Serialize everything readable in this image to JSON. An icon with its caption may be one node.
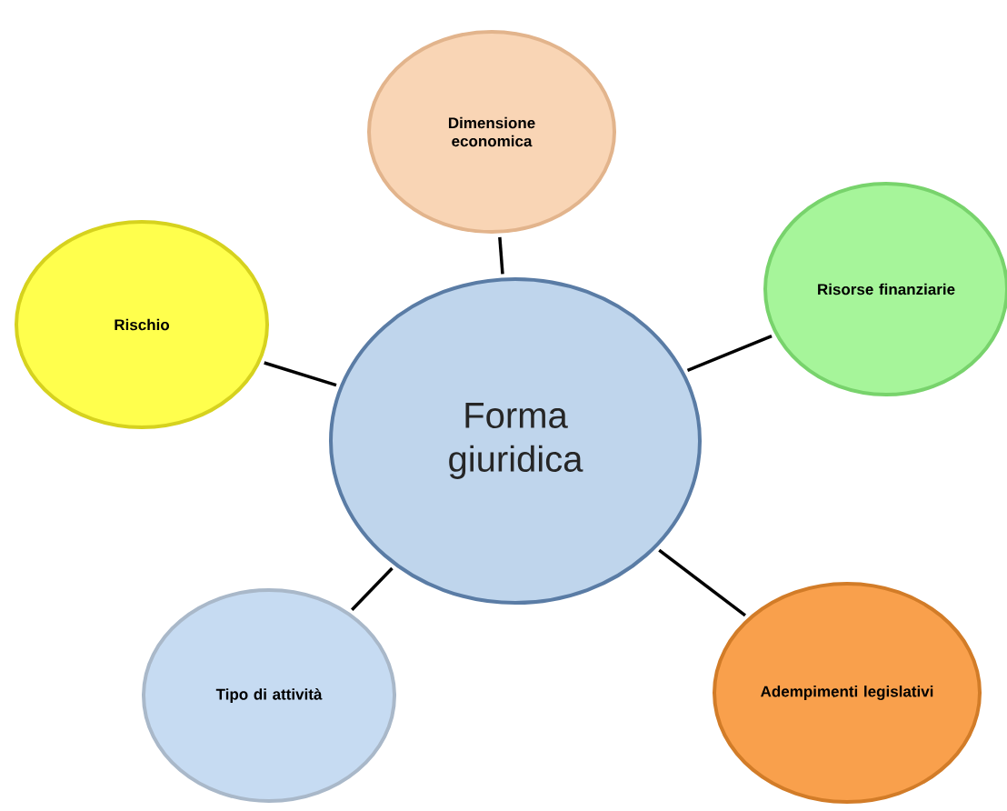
{
  "diagram": {
    "nodes": [
      {
        "text": [
          "Dimensione economica"
        ]
      },
      {
        "text": [
          "Rischio"
        ]
      },
      {
        "text": [
          "Risorse finanziarie"
        ]
      },
      {
        "text": [
          "Forma giuridica"
        ]
      },
      {
        "text": [
          "Tipo di attività"
        ]
      },
      {
        "text": [
          "Adempimenti legislativi"
        ]
      }
    ],
    "edges": [
      {
        "from": 3,
        "to": 0,
        "arrow": "none"
      },
      {
        "from": 3,
        "to": 1,
        "arrow": "none"
      },
      {
        "from": 3,
        "to": 2,
        "arrow": "none"
      },
      {
        "from": 3,
        "to": 4,
        "arrow": "none"
      },
      {
        "from": 3,
        "to": 5,
        "arrow": "none"
      }
    ]
  }
}
